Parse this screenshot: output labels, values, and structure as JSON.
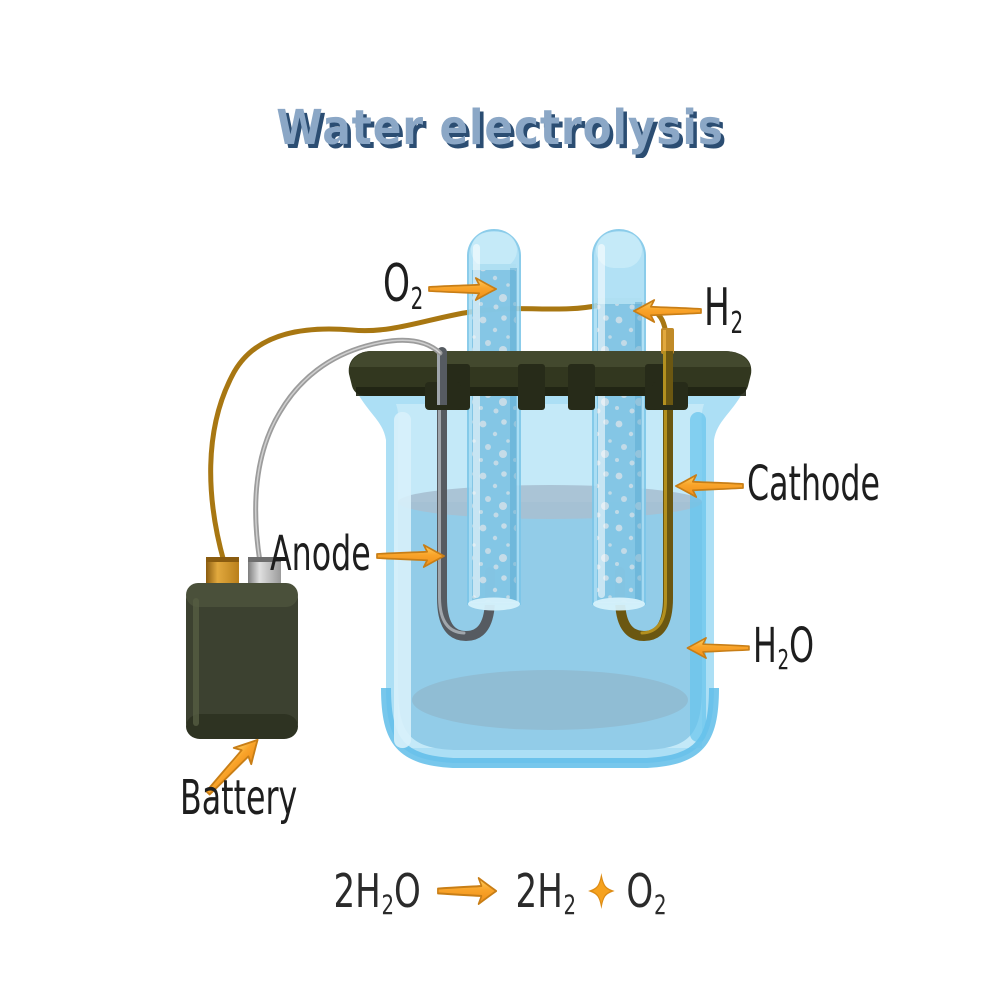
{
  "title": "Water electrolysis",
  "labels": {
    "oxygen": {
      "main": "O",
      "sub": "2"
    },
    "hydrogen": {
      "main": "H",
      "sub": "2"
    },
    "anode": "Anode",
    "cathode": "Cathode",
    "water": {
      "main": "H",
      "sub": "2",
      "end": "O"
    },
    "battery": "Battery"
  },
  "equation": {
    "reactant": {
      "main": "2H",
      "sub": "2",
      "end": "O"
    },
    "product_hydrogen": {
      "main": "2H",
      "sub": "2"
    },
    "product_oxygen": {
      "main": "O",
      "sub": "2"
    }
  },
  "icons": {
    "pointer_arrow": "tapered orange pointer arrow",
    "yields_arrow": "→",
    "plus_sparkle": "✦"
  },
  "colors": {
    "title_fill": "#8BA7C6",
    "title_shadow": "#2B4D72",
    "ink": "#1E1E1E",
    "equation_ink": "#2B2B2B",
    "accent_orange": "#F9A42A",
    "arrow_light": "#FFD160",
    "arrow_deep": "#F08E18",
    "arrow_outline": "#C87E16",
    "glass_blue": "#ACDFF5",
    "glass_light": "#CBEBF9",
    "water_blue": "#92CCE8",
    "water_surface": "#A7C0D2",
    "tube_water": "#7FC3E3",
    "bubble_fill": "#C9DDE8",
    "lid_dark": "#32371F",
    "clamp_dark": "#272B19",
    "battery_body": "#3C4130",
    "battery_top": "#4A503A",
    "terminal_gold": "#C08A28",
    "terminal_silver": "#B9B9B9",
    "wire_gold": "#A87712",
    "wire_gray": "#9C9C9C",
    "electrode_gray": "#565B61",
    "electrode_gray_light": "#A0A6AC",
    "electrode_gold": "#6B5711",
    "electrode_gold_light": "#B3901F"
  }
}
